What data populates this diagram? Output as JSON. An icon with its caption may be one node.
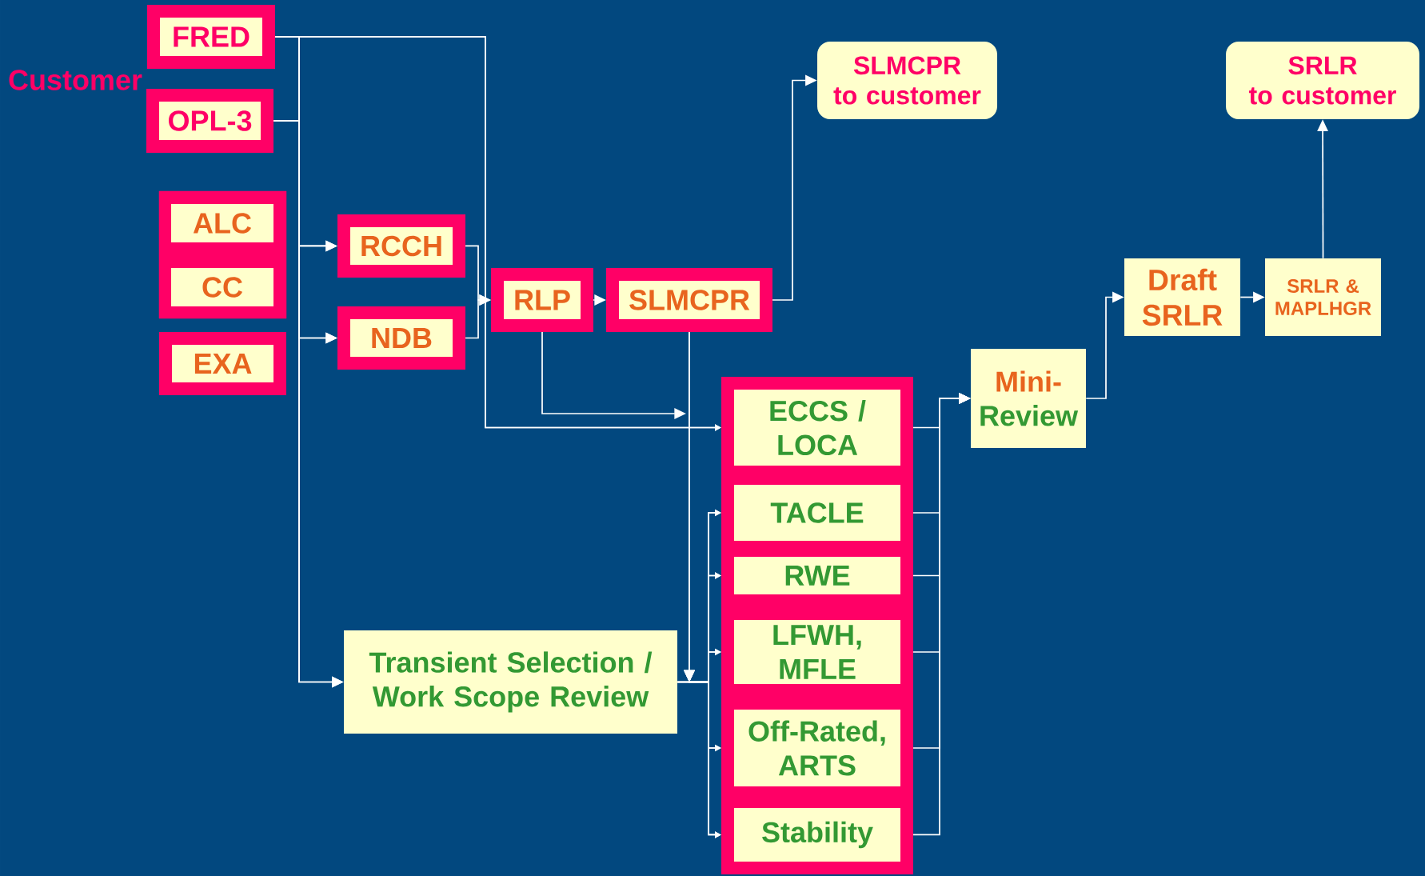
{
  "diagram": {
    "nodes": [
      {
        "text": [
          "FRED"
        ]
      },
      {
        "text": [
          "OPL-3"
        ]
      },
      {
        "text": [],
        "shape": "box"
      },
      {
        "text": [
          "ALC"
        ],
        "in": 2
      },
      {
        "text": [
          "CC"
        ],
        "in": 2
      },
      {
        "text": [
          "EXA"
        ]
      },
      {
        "text": [
          "RCCH"
        ]
      },
      {
        "text": [
          "NDB"
        ]
      },
      {
        "text": [
          "RLP"
        ]
      },
      {
        "text": [
          "SLMCPR"
        ]
      },
      {
        "text": [
          "SLMCPR",
          "to customer"
        ]
      },
      {
        "text": [
          "SRLR",
          "to customer"
        ]
      },
      {
        "text": [
          "Draft SRLR"
        ]
      },
      {
        "text": [
          "SRLR & MAPLHGR"
        ]
      },
      {
        "text": [
          "ECCS / LOCA"
        ]
      },
      {
        "text": [
          "Mini-",
          "Review"
        ]
      },
      {
        "text": [
          "TACLE"
        ]
      },
      {
        "text": [
          "RWE"
        ]
      },
      {
        "text": [
          "LFWH, MFLE"
        ]
      },
      {
        "text": [
          "Transient Selection / Work Scope Review"
        ]
      },
      {
        "text": [
          "Off-Rated, ARTS"
        ]
      },
      {
        "text": [
          "Stability"
        ]
      }
    ],
    "edges": [
      {
        "from": 0,
        "to": 6,
        "arrow": "to"
      },
      {
        "from": 0,
        "to": 7,
        "arrow": "to"
      },
      {
        "from": 0,
        "to": 19,
        "arrow": "to"
      },
      {
        "from": 0,
        "to": 14,
        "arrow": "to"
      },
      {
        "from": 1,
        "to": 6,
        "arrow": "to"
      },
      {
        "from": 1,
        "to": 7,
        "arrow": "to"
      },
      {
        "from": 1,
        "to": 19,
        "arrow": "to"
      },
      {
        "from": 1,
        "to": 14,
        "arrow": "to"
      },
      {
        "from": 6,
        "to": 8,
        "arrow": "to"
      },
      {
        "from": 7,
        "to": 8,
        "arrow": "to"
      },
      {
        "from": 8,
        "to": 9,
        "arrow": "to"
      },
      {
        "from": 8,
        "to": null,
        "arrow": "to"
      },
      {
        "from": 9,
        "to": 10,
        "arrow": "to"
      },
      {
        "from": 9,
        "to": 16,
        "arrow": "to"
      },
      {
        "from": 9,
        "to": 17,
        "arrow": "to"
      },
      {
        "from": 9,
        "to": 18,
        "arrow": "to"
      },
      {
        "from": 9,
        "to": 20,
        "arrow": "to"
      },
      {
        "from": 9,
        "to": 21,
        "arrow": "to"
      },
      {
        "from": 19,
        "to": 16,
        "arrow": "to"
      },
      {
        "from": 19,
        "to": 17,
        "arrow": "to"
      },
      {
        "from": 19,
        "to": 18,
        "arrow": "to"
      },
      {
        "from": 19,
        "to": 20,
        "arrow": "to"
      },
      {
        "from": 19,
        "to": 21,
        "arrow": "to"
      },
      {
        "from": 14,
        "to": 15,
        "arrow": "to"
      },
      {
        "from": 16,
        "to": 15,
        "arrow": "to"
      },
      {
        "from": 17,
        "to": 15,
        "arrow": "to"
      },
      {
        "from": 18,
        "to": 15,
        "arrow": "to"
      },
      {
        "from": 20,
        "to": 15,
        "arrow": "to"
      },
      {
        "from": 21,
        "to": 15,
        "arrow": "to"
      },
      {
        "from": 15,
        "to": 12,
        "arrow": "to"
      },
      {
        "from": 12,
        "to": 13,
        "arrow": "to"
      },
      {
        "from": 13,
        "to": 11,
        "arrow": "to"
      }
    ],
    "labels": [
      "Customer"
    ]
  }
}
